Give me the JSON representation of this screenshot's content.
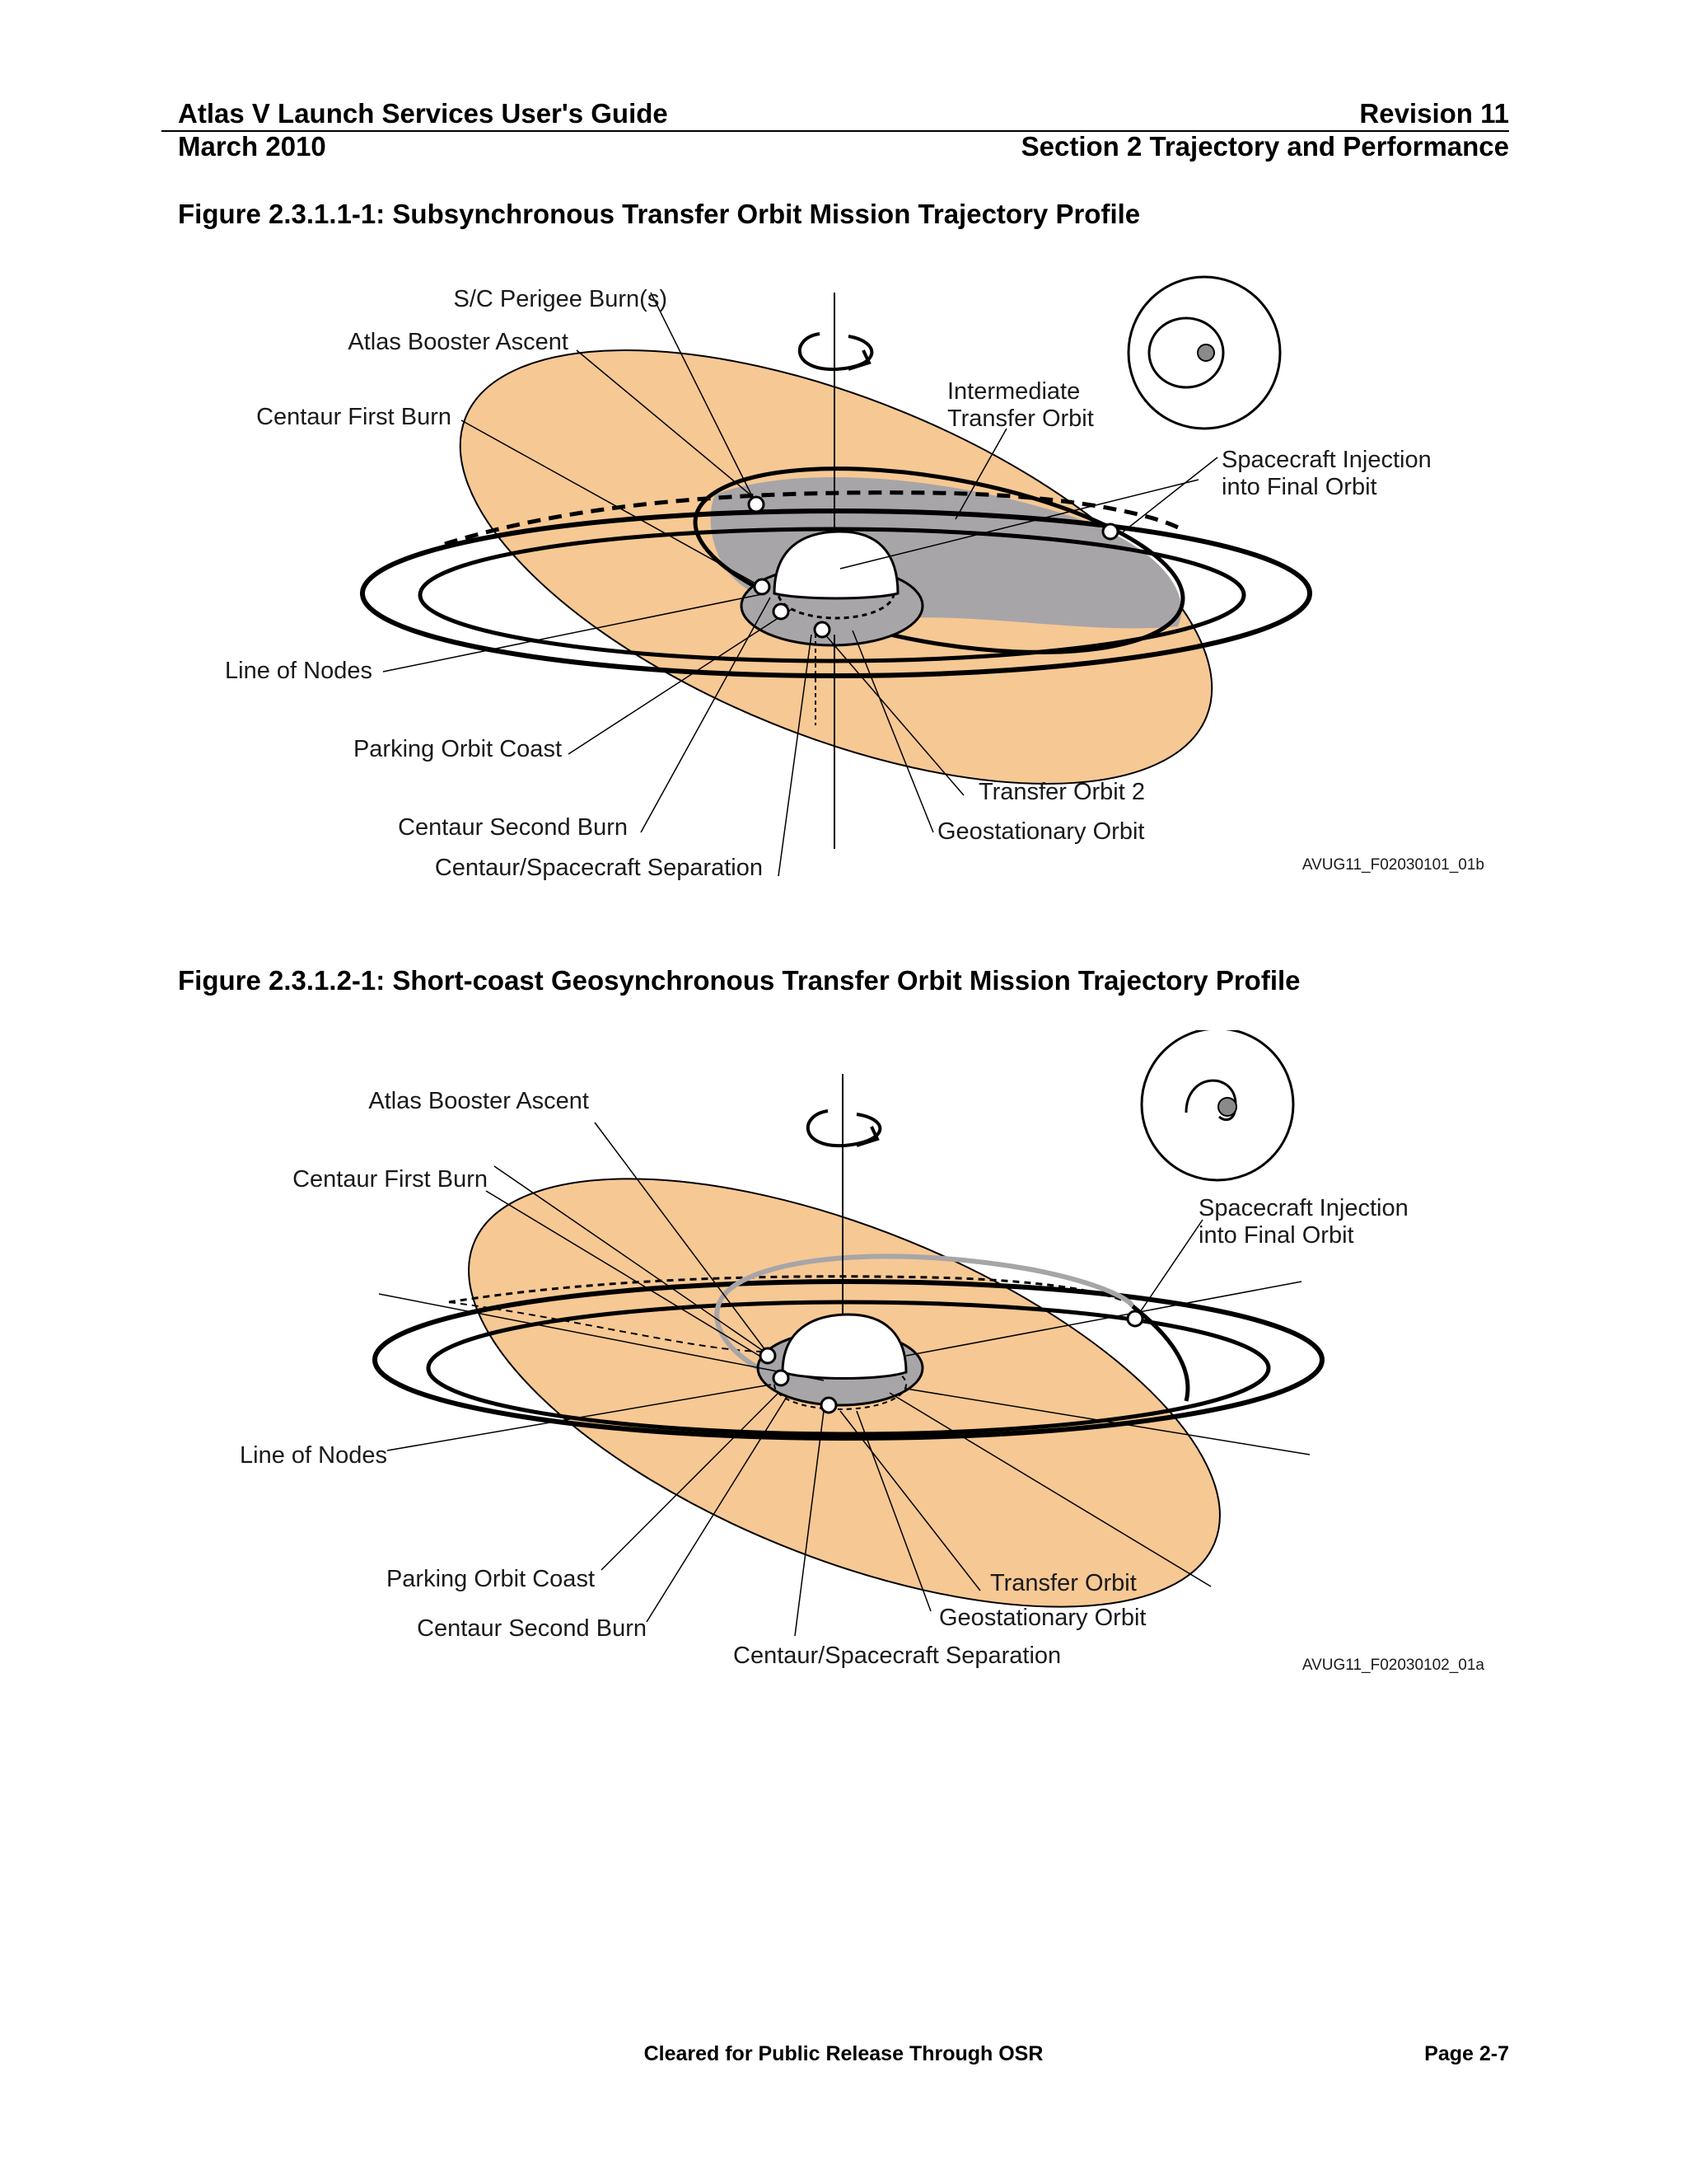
{
  "header": {
    "doc_title": "Atlas V Launch Services User's Guide",
    "revision": "Revision 11",
    "date": "March 2010",
    "section": "Section 2 Trajectory and Performance"
  },
  "figure1": {
    "title": "Figure 2.3.1.1-1: Subsynchronous Transfer Orbit Mission Trajectory Profile",
    "labels": {
      "perigee_burns": "S/C Perigee Burn(s)",
      "booster_ascent": "Atlas Booster Ascent",
      "first_burn": "Centaur First Burn",
      "intermediate_1": "Intermediate",
      "intermediate_2": "Transfer Orbit",
      "injection_1": "Spacecraft Injection",
      "injection_2": "into Final Orbit",
      "line_of_nodes": "Line of Nodes",
      "parking_coast": "Parking Orbit Coast",
      "transfer_orbit_2": "Transfer Orbit 2",
      "second_burn": "Centaur Second Burn",
      "geo_orbit": "Geostationary Orbit",
      "separation": "Centaur/Spacecraft Separation"
    },
    "code": "AVUG11_F02030101_01b"
  },
  "figure2": {
    "title": "Figure 2.3.1.2-1: Short-coast Geosynchronous Transfer Orbit Mission Trajectory Profile",
    "labels": {
      "booster_ascent": "Atlas Booster Ascent",
      "first_burn": "Centaur First Burn",
      "injection_1": "Spacecraft Injection",
      "injection_2": "into Final Orbit",
      "line_of_nodes": "Line of Nodes",
      "parking_coast": "Parking Orbit Coast",
      "transfer_orbit": "Transfer Orbit",
      "geo_orbit": "Geostationary Orbit",
      "second_burn": "Centaur Second Burn",
      "separation": "Centaur/Spacecraft Separation"
    },
    "code": "AVUG11_F02030102_01a"
  },
  "footer": {
    "release": "Cleared for Public Release Through OSR",
    "page": "Page 2-7"
  },
  "colors": {
    "plane_fill": "#f6c894",
    "transfer_fill": "#a7a5a8",
    "line": "#000000"
  }
}
